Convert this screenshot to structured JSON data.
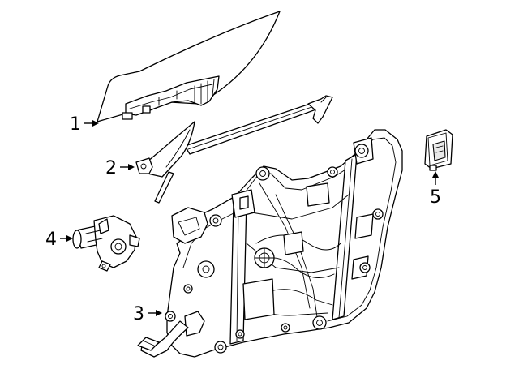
{
  "diagram": {
    "parts": [
      {
        "id": "glass",
        "callout": "1"
      },
      {
        "id": "quarter-glass",
        "callout": "2"
      },
      {
        "id": "regulator",
        "callout": "3"
      },
      {
        "id": "motor",
        "callout": "4"
      },
      {
        "id": "switch",
        "callout": "5"
      }
    ]
  }
}
